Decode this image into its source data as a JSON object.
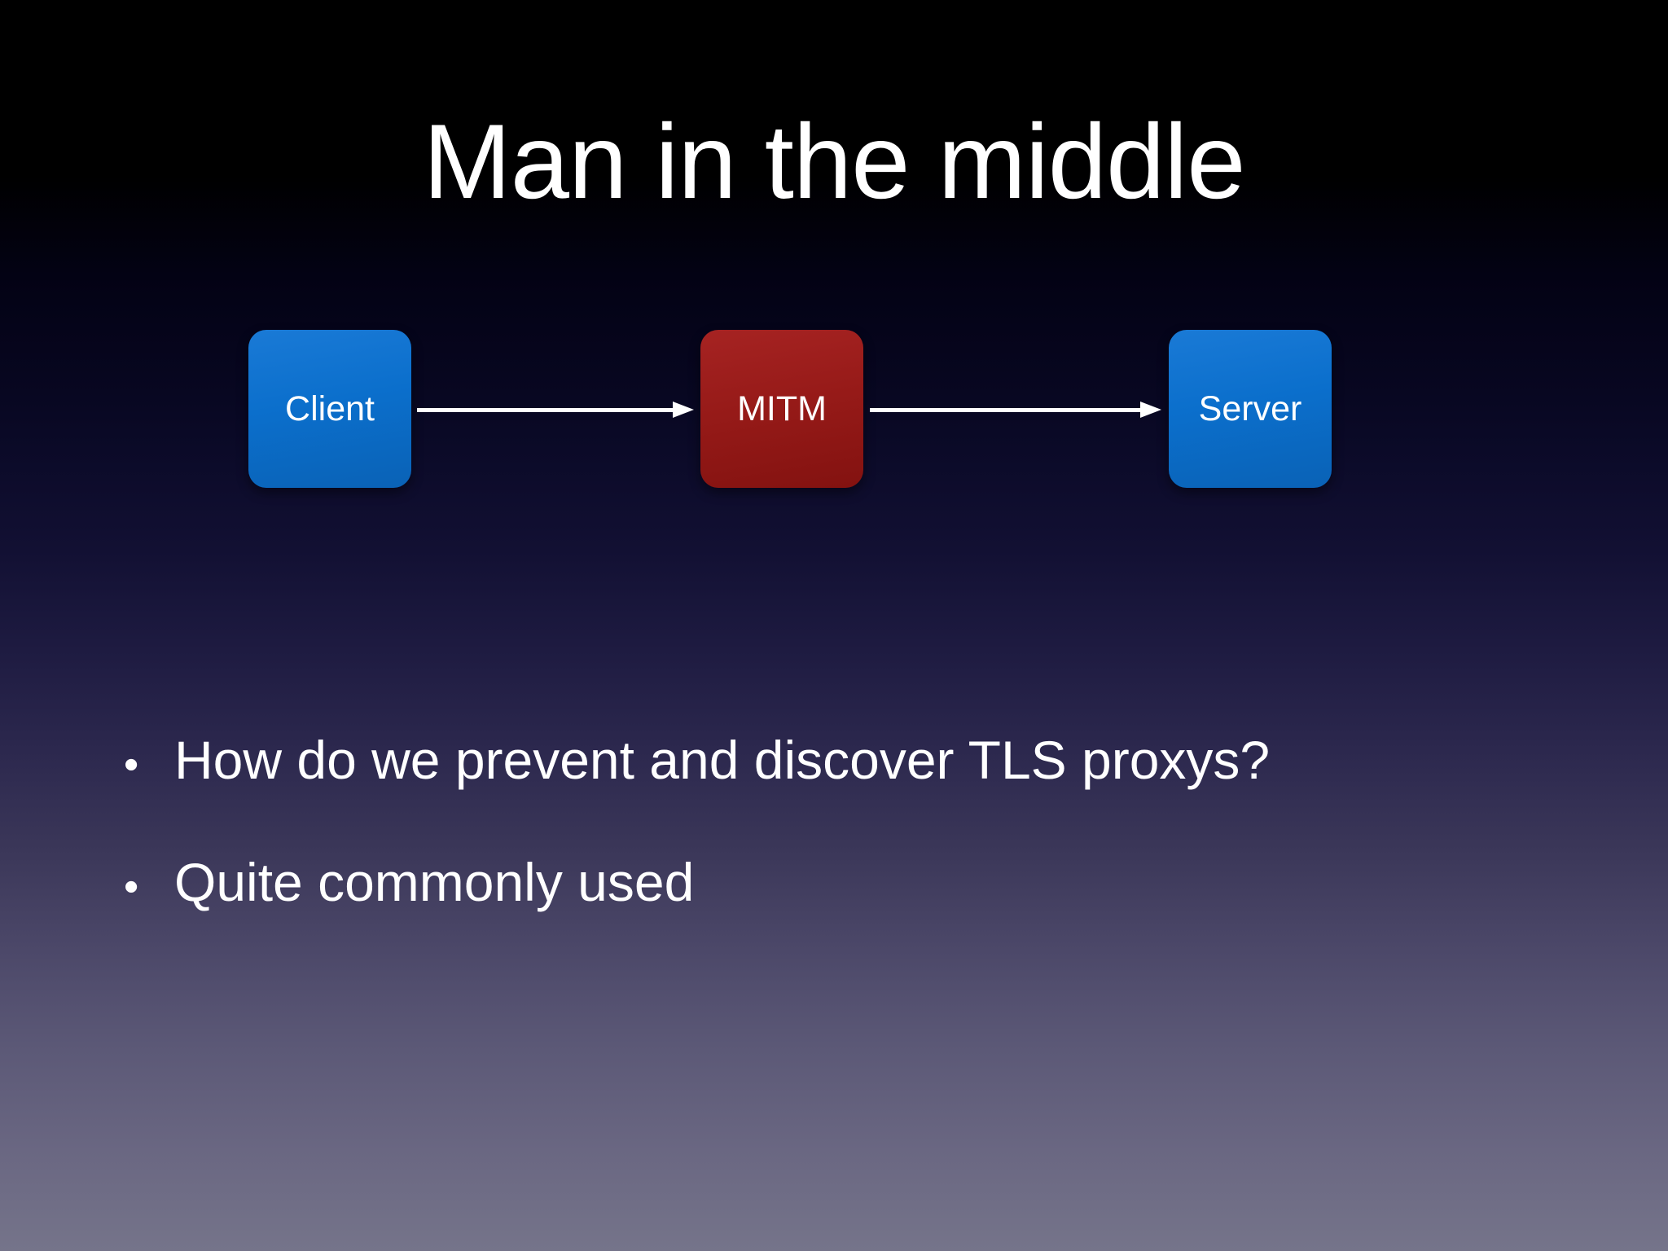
{
  "slide": {
    "title": "Man in the middle",
    "background": {
      "top_color": "#000000",
      "mid_color": "#1e1b41",
      "bottom_color": "#75748a"
    }
  },
  "diagram": {
    "type": "flow",
    "nodes": [
      {
        "id": "client",
        "label": "Client",
        "color": "#0b6fcc",
        "role": "endpoint"
      },
      {
        "id": "mitm",
        "label": "MITM",
        "color": "#961a18",
        "role": "attacker"
      },
      {
        "id": "server",
        "label": "Server",
        "color": "#0b6fcc",
        "role": "endpoint"
      }
    ],
    "edges": [
      {
        "from": "client",
        "to": "mitm",
        "style": "arrow",
        "color": "#ffffff",
        "label": ""
      },
      {
        "from": "mitm",
        "to": "server",
        "style": "arrow",
        "color": "#ffffff",
        "label": ""
      }
    ]
  },
  "bullets": [
    {
      "marker": "•",
      "text": "How do we prevent and discover TLS proxys?"
    },
    {
      "marker": "•",
      "text": "Quite commonly used"
    }
  ]
}
